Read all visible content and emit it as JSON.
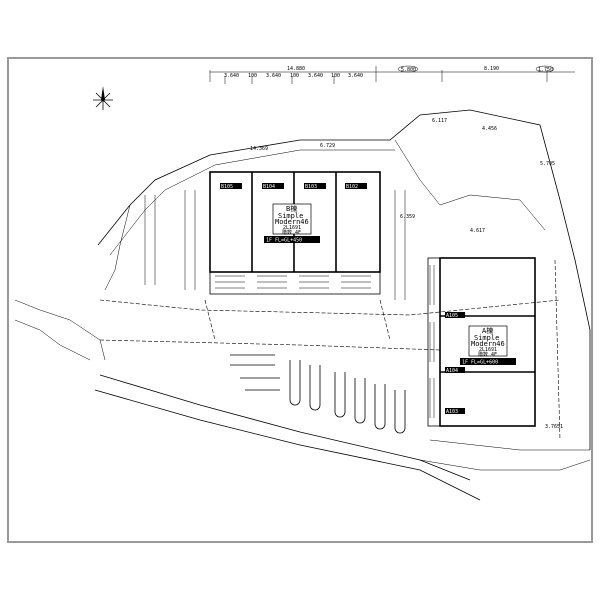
{
  "dimensions": {
    "overall": "14.880",
    "segments": [
      "3.640",
      "100",
      "3.640",
      "100",
      "3.640",
      "100",
      "3.640"
    ],
    "gap": "5.800",
    "right": "8.190",
    "end": "1.750"
  },
  "site_dims": [
    "6.117",
    "4.456",
    "5.705",
    "14.369",
    "6.729",
    "6.359",
    "4.617",
    "3.7651"
  ],
  "building_b": {
    "name": "B棟",
    "type": "Simple",
    "model": "Modern46",
    "plan": "2L1691",
    "floors": "階数 4F",
    "level": "1F FL=GL+450",
    "units": [
      "B105",
      "B104",
      "B103",
      "B102"
    ]
  },
  "building_a": {
    "name": "A棟",
    "type": "Simple",
    "model": "Modern46",
    "plan": "2L1691",
    "floors": "階数 4F",
    "level": "1F FL=GL+600",
    "units": [
      "A105",
      "A104",
      "A103"
    ]
  },
  "colors": {
    "line": "#000000",
    "frame": "#9a9a9a",
    "paper": "#ffffff"
  }
}
